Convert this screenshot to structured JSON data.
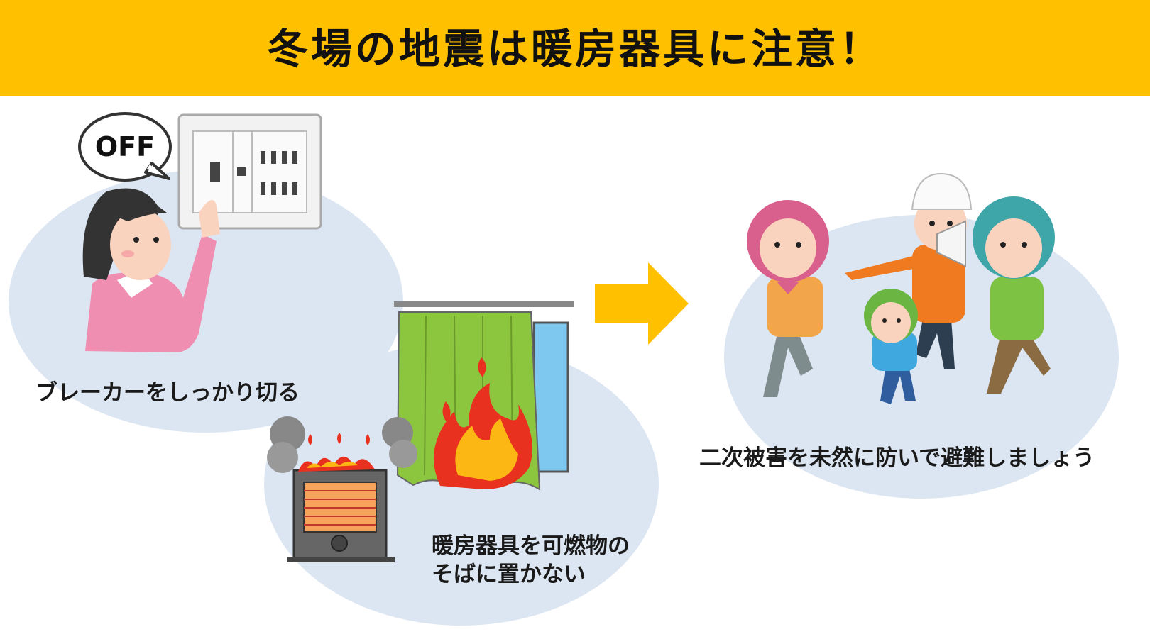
{
  "title": "冬場の地震は暖房器具に注意！",
  "speech_bubble": "OFF",
  "captions": {
    "breaker": "ブレーカーをしっかり切る",
    "heater_line1": "暖房器具を可燃物の",
    "heater_line2": "そばに置かない",
    "evacuate": "二次被害を未然に防いで避難しましょう"
  },
  "colors": {
    "banner": "#FFC000",
    "bubble": "#DCE6F2",
    "arrow": "#FFC000"
  }
}
